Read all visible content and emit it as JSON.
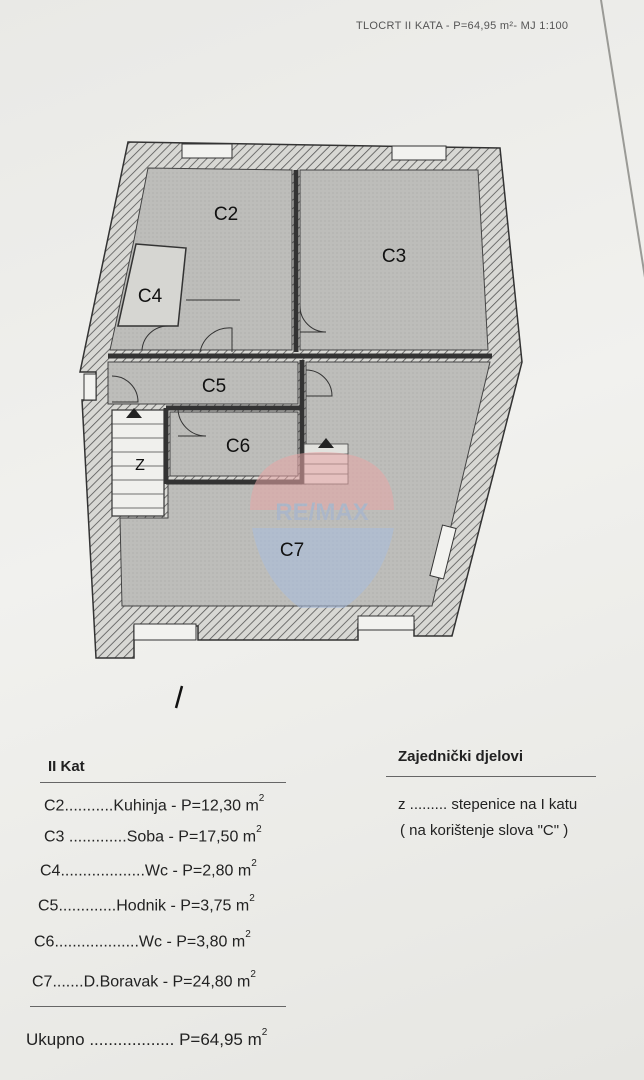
{
  "header": {
    "title": "TLOCRT II KATA - P=64,95 m²- MJ 1:100"
  },
  "plan": {
    "rooms": [
      {
        "code": "C2"
      },
      {
        "code": "C3"
      },
      {
        "code": "C4"
      },
      {
        "code": "C5"
      },
      {
        "code": "C6"
      },
      {
        "code": "C7"
      }
    ],
    "stair_label": "Z",
    "watermark": "RE/MAX"
  },
  "left_section": {
    "title": "II Kat",
    "rows": [
      {
        "code": "C2",
        "dots": "...........",
        "name": "Kuhinja",
        "area": " - P=12,30 m",
        "sup": "2"
      },
      {
        "code": "C3",
        "dots": " .............",
        "name": "Soba",
        "area": " - P=17,50 m",
        "sup": "2"
      },
      {
        "code": "C4",
        "dots": "...................",
        "name": "Wc",
        "area": " - P=2,80 m",
        "sup": "2"
      },
      {
        "code": "C5",
        "dots": ".............",
        "name": "Hodnik",
        "area": " - P=3,75 m",
        "sup": "2"
      },
      {
        "code": "C6",
        "dots": "...................",
        "name": "Wc",
        "area": " - P=3,80 m",
        "sup": "2"
      },
      {
        "code": "C7",
        "dots": ".......",
        "name": "D.Boravak",
        "area": " - P=24,80 m",
        "sup": "2"
      }
    ],
    "total": {
      "label": "Ukupno",
      "dots": " ..................",
      "value": " P=64,95 m",
      "sup": "2"
    }
  },
  "right_section": {
    "title": "Zajednički djelovi",
    "line1": "z ......... stepenice na I katu",
    "line2": "( na korištenje slova \"C\" )"
  }
}
